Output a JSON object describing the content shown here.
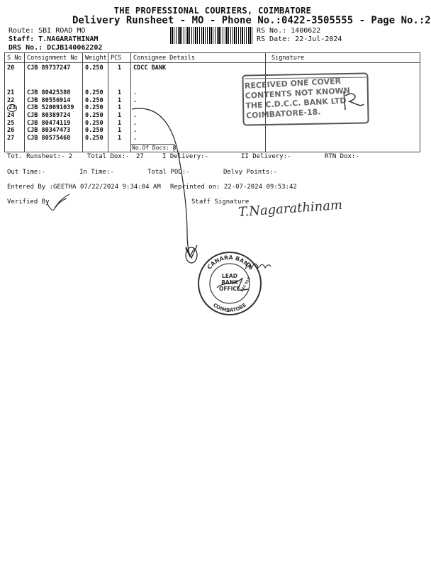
{
  "header": {
    "company": "THE PROFESSIONAL COURIERS, COIMBATORE",
    "sheet_title": "Delivery Runsheet - MO - Phone No.:0422-3505555 - Page No.:2",
    "route": "Route: SBI ROAD MO",
    "staff": "Staff: T.NAGARATHINAM",
    "drs": "DRS No.: DCJB140062202",
    "rs_no": "RS No.: 1400622",
    "rs_date": "RS Date: 22-Jul-2024"
  },
  "table": {
    "columns": [
      "S No",
      "Consignment No",
      "Weight",
      "PCS",
      "Consignee Details",
      "Signature"
    ],
    "rows": [
      {
        "sno": "20",
        "cno": "CJB 89737247",
        "wt": "0.250",
        "pcs": "1",
        "details": "CDCC BANK"
      },
      {
        "sno": "21",
        "cno": "CJB 80425388",
        "wt": "0.250",
        "pcs": "1",
        "details": "."
      },
      {
        "sno": "22",
        "cno": "CJB 80556914",
        "wt": "0.250",
        "pcs": "1",
        "details": "."
      },
      {
        "sno": "23",
        "cno": "CJB 520091039",
        "wt": "0.250",
        "pcs": "1",
        "details": "."
      },
      {
        "sno": "24",
        "cno": "CJB 80389724",
        "wt": "0.250",
        "pcs": "1",
        "details": "."
      },
      {
        "sno": "25",
        "cno": "CJB 80474119",
        "wt": "0.250",
        "pcs": "1",
        "details": "."
      },
      {
        "sno": "26",
        "cno": "CJB 80347473",
        "wt": "0.250",
        "pcs": "1",
        "details": "."
      },
      {
        "sno": "27",
        "cno": "CJB 80575468",
        "wt": "0.250",
        "pcs": "1",
        "details": "."
      }
    ],
    "no_of_docs": "No.Of Docs: 8"
  },
  "summary": {
    "tot_runsheet": "Tot. Runsheet:- 2",
    "total_dox": "Total Dox:-",
    "total_dox_value": "27",
    "i_delivery": "I Delivery:-",
    "ii_delivery": "II Delivery:-",
    "rtn_dox": "RTN Dox:-",
    "out_time": "Out Time:-",
    "in_time": "In Time:-",
    "total_pod": "Total POD:-",
    "delvy_points": "Delvy Points:-",
    "entered_by": "Entered By :GEETHA 07/22/2024 9:34:04 AM",
    "reprinted_on": "Reprinted on: 22-07-2024 09:53:42",
    "verified_by": "Verified By",
    "staff_signature": "Staff Signature"
  },
  "stamp_received": {
    "lines": [
      "RECEIVED ONE COVER",
      "CONTENTS NOT KNOWN",
      "THE C.D.C.C. BANK LTD",
      "COIMBATORE-18."
    ]
  },
  "seal": {
    "bank": "CANARA BANK",
    "center_lines": [
      "LEAD",
      "BANK",
      "OFFICE"
    ],
    "city": "COIMBATORE",
    "extra": "641 018"
  },
  "handwriting": {
    "staff_signature": "T.Nagarathinam"
  }
}
